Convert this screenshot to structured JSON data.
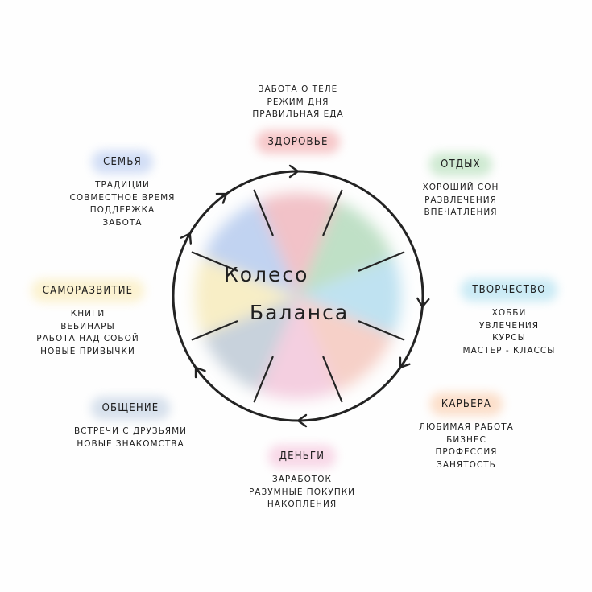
{
  "title": {
    "line1": "Колесо",
    "line2": "Баланса"
  },
  "sections": [
    {
      "key": "health",
      "title": "Здоровье",
      "color": "#f4b6b8",
      "items": [
        "Забота о теле",
        "Режим дня",
        "Правильная еда"
      ]
    },
    {
      "key": "rest",
      "title": "Отдых",
      "color": "#bfe3c3",
      "items": [
        "Хороший сон",
        "Развлечения",
        "Впечатления"
      ]
    },
    {
      "key": "creativity",
      "title": "Творчество",
      "color": "#b9e4f2",
      "items": [
        "Хобби",
        "Увлечения",
        "Курсы",
        "Мастер - классы"
      ]
    },
    {
      "key": "career",
      "title": "Карьера",
      "color": "#fbd4b8",
      "items": [
        "Любимая работа",
        "Бизнес",
        "Профессия",
        "Занятость"
      ]
    },
    {
      "key": "money",
      "title": "Деньги",
      "color": "#f6cce0",
      "items": [
        "Заработок",
        "Разумные покупки",
        "Накопления"
      ]
    },
    {
      "key": "communication",
      "title": "Общение",
      "color": "#c9d6e6",
      "items": [
        "Встречи с друзьями",
        "Новые знакомства"
      ]
    },
    {
      "key": "self_development",
      "title": "Саморазвитие",
      "color": "#fbeec0",
      "items": [
        "Книги",
        "Вебинары",
        "Работа над собой",
        "Новые привычки"
      ]
    },
    {
      "key": "family",
      "title": "Семья",
      "color": "#c3d3f3",
      "items": [
        "Традиции",
        "Совместное время",
        "Поддержка",
        "Забота"
      ]
    }
  ],
  "wheel_colors": [
    "#f2c2c8",
    "#bfe0c6",
    "#bfe2f1",
    "#f6d0c8",
    "#f4cfe0",
    "#c8d2dc",
    "#f8eec6",
    "#c1d3f1"
  ],
  "stroke_color": "#232323"
}
